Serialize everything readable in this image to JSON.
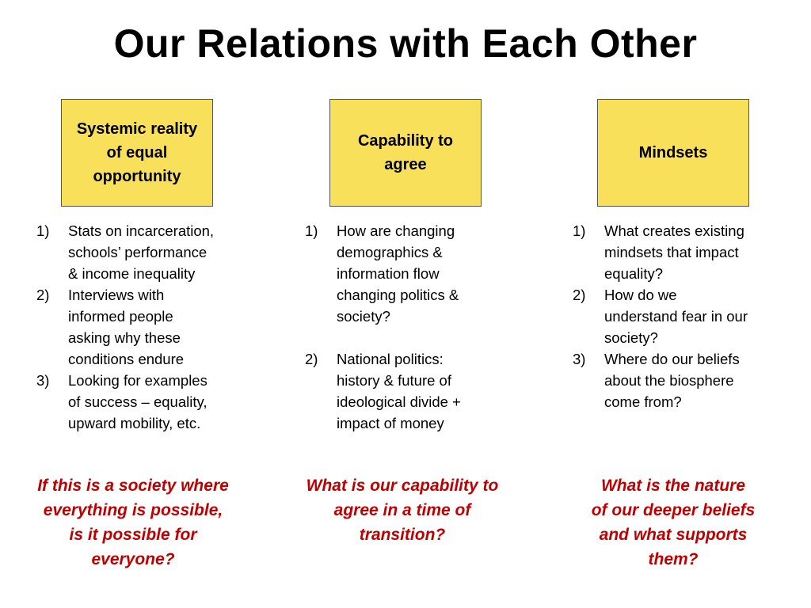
{
  "title": "Our Relations with Each Other",
  "accent_color": "#f9e05a",
  "question_color": "#c00000",
  "columns": [
    {
      "box_lines": [
        "Systemic reality",
        "of equal",
        "opportunity"
      ],
      "items": [
        {
          "num": "1)",
          "lines": [
            "Stats on incarceration,",
            "schools’ performance",
            "& income inequality"
          ]
        },
        {
          "num": "2)",
          "lines": [
            "Interviews with",
            "informed people",
            "asking why these",
            "conditions endure"
          ]
        },
        {
          "num": "3)",
          "lines": [
            "Looking for examples",
            "of success – equality,",
            "upward mobility, etc."
          ]
        }
      ],
      "question_lines": [
        "If this is a society where",
        "everything is possible,",
        "is it possible for",
        "everyone?"
      ]
    },
    {
      "box_lines": [
        "Capability to",
        "agree"
      ],
      "items": [
        {
          "num": "1)",
          "lines": [
            "How are changing",
            "demographics &",
            "information flow",
            "changing politics &",
            "society?"
          ]
        },
        {
          "num": "2)",
          "lines": [
            "National politics:",
            "history & future of",
            "ideological divide +",
            "impact of money"
          ]
        }
      ],
      "question_lines": [
        "What is our capability to",
        "agree in a time of",
        "transition?"
      ]
    },
    {
      "box_lines": [
        "Mindsets"
      ],
      "items": [
        {
          "num": "1)",
          "lines": [
            "What creates existing",
            "mindsets that impact",
            "equality?"
          ]
        },
        {
          "num": "2)",
          "lines": [
            "How do we",
            "understand fear in our",
            "society?"
          ]
        },
        {
          "num": "3)",
          "lines": [
            "Where do our beliefs",
            "about the biosphere",
            "come from?"
          ]
        }
      ],
      "question_lines": [
        "What is the nature",
        "of our deeper beliefs",
        "and what supports",
        "them?"
      ]
    }
  ]
}
